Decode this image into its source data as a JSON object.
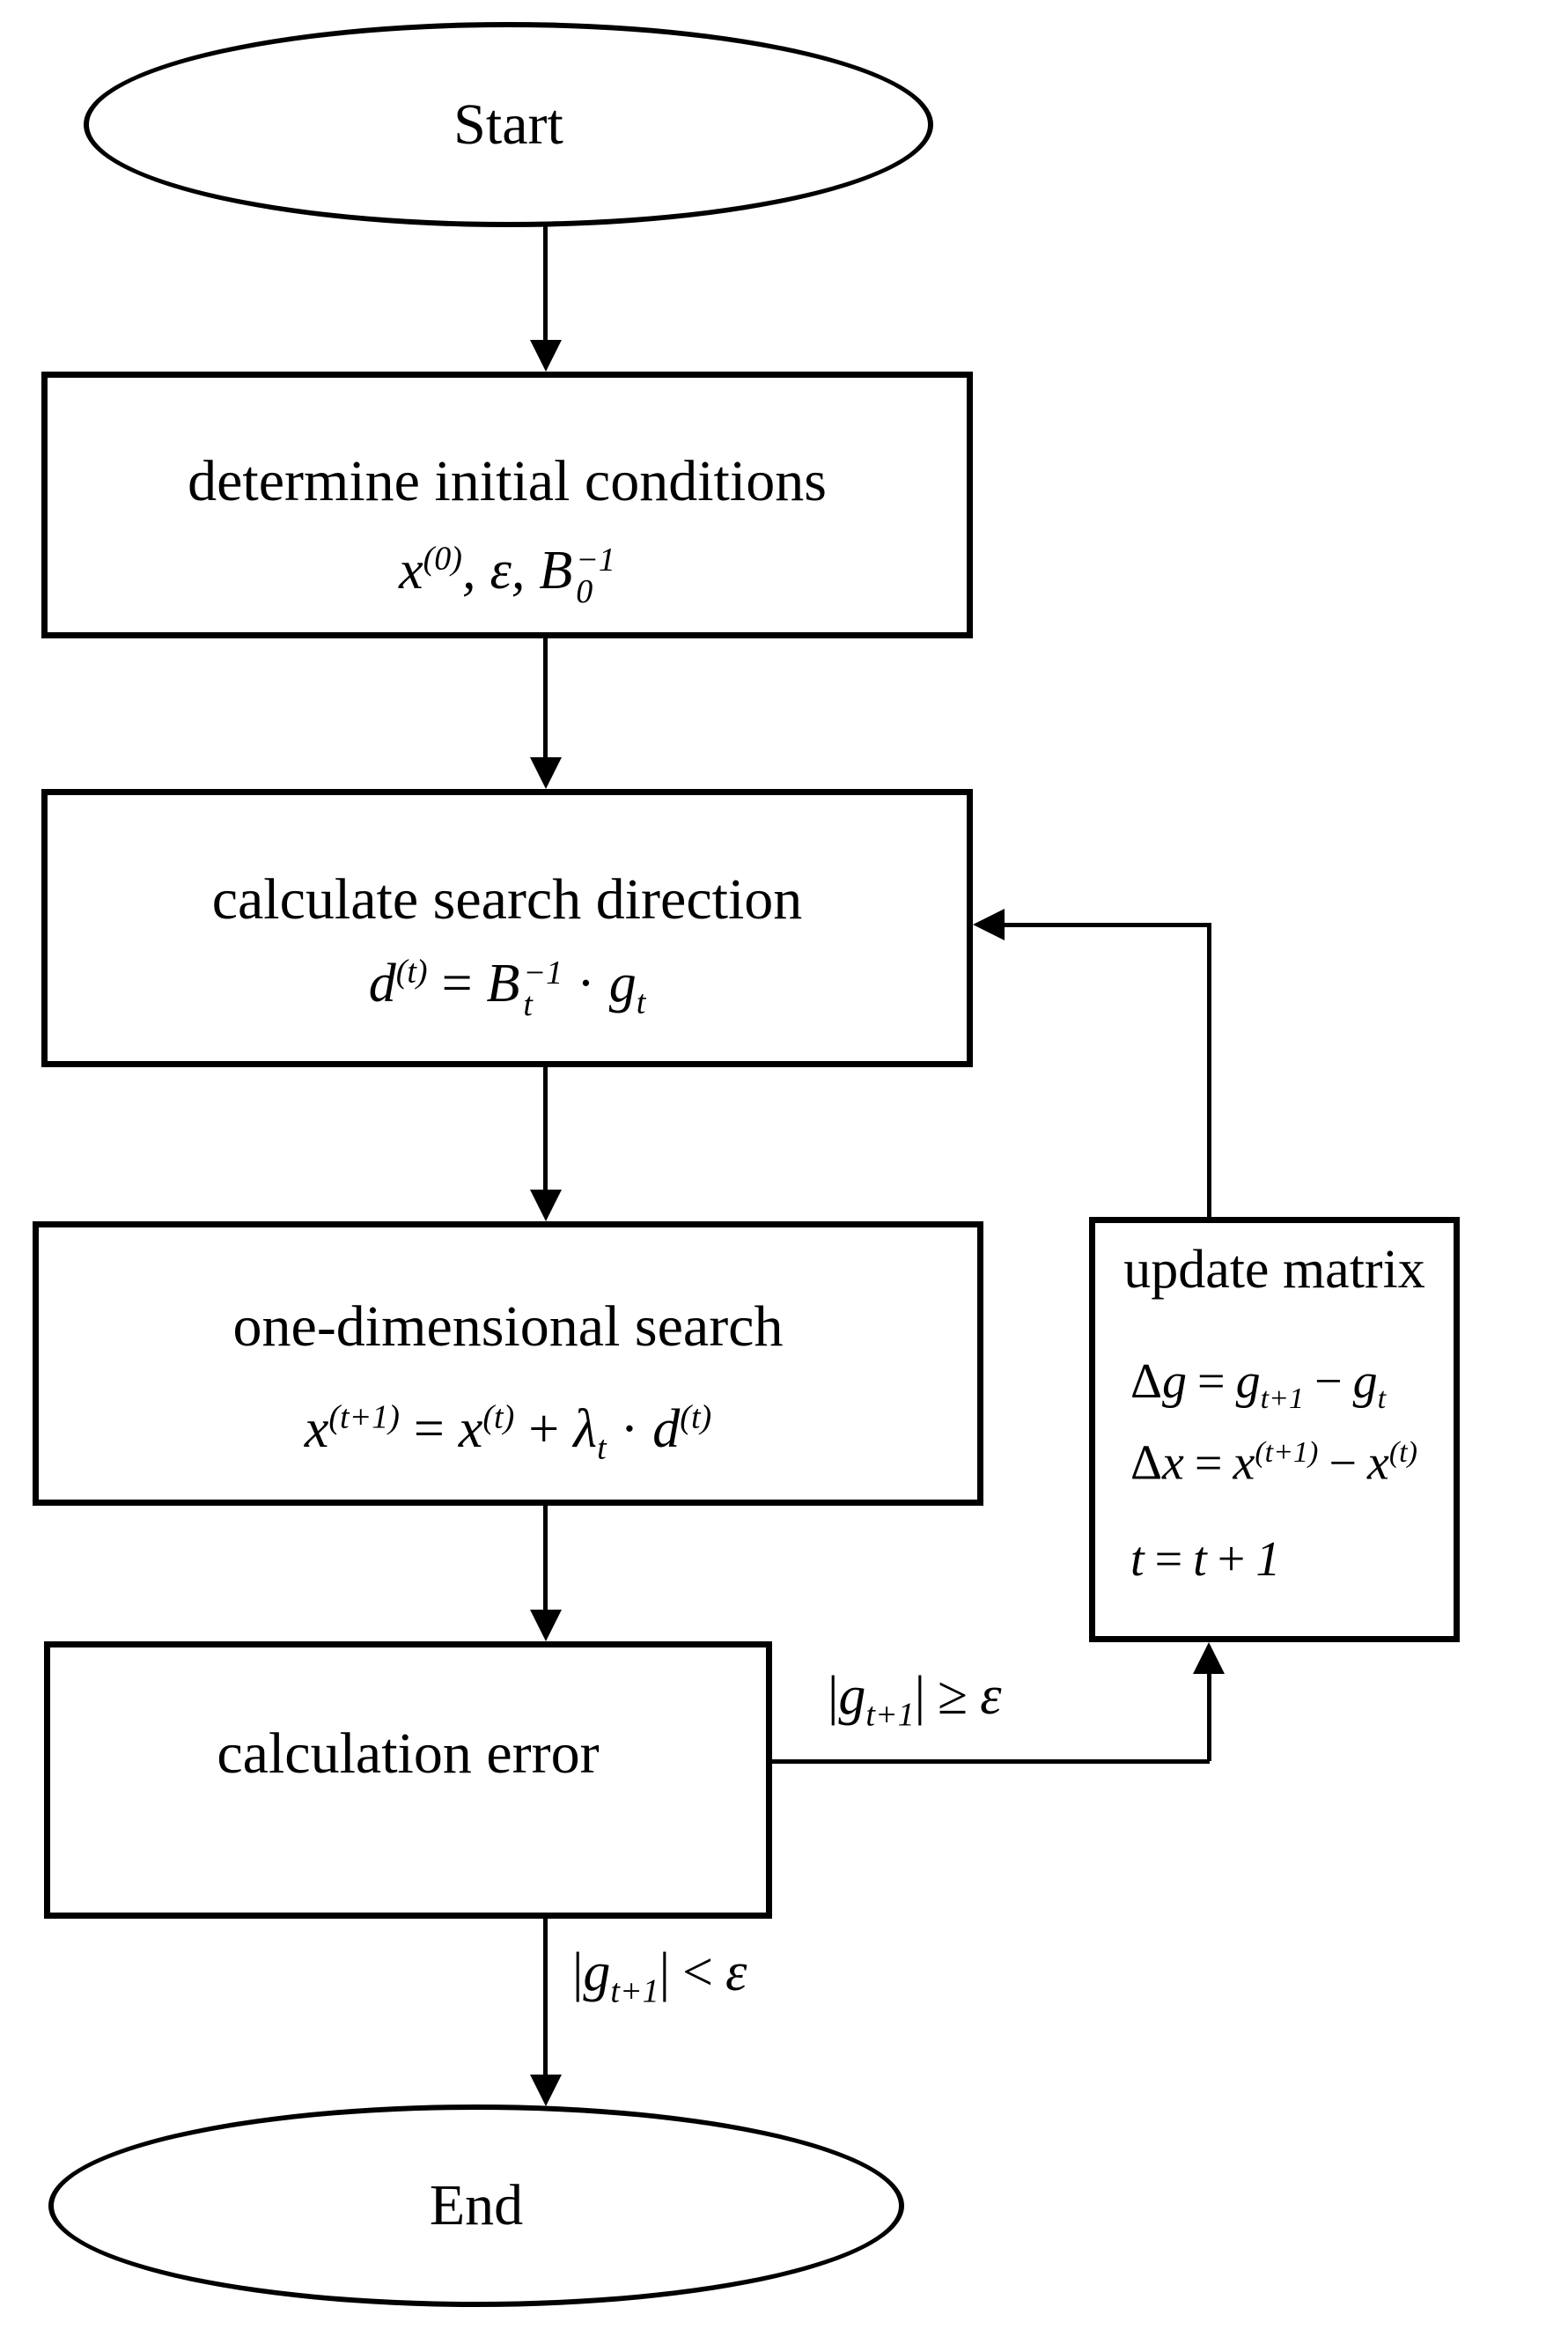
{
  "colors": {
    "ink": "#000000",
    "paper": "#ffffff"
  },
  "nodes": {
    "start": {
      "label": "Start"
    },
    "init": {
      "title": "determine initial conditions",
      "formula": {
        "x": "x",
        "x_sup": "(0)",
        "comma1": ",",
        "epsilon": "ε",
        "comma2": ",",
        "B": "B",
        "B_sup": "−1",
        "B_sub": "0"
      }
    },
    "direction": {
      "title": "calculate search direction",
      "formula": {
        "d": "d",
        "d_sup": "(t)",
        "eq": "=",
        "B": "B",
        "B_sup": "−1",
        "B_sub": "t",
        "dot": "·",
        "g": "g",
        "g_sub": "t"
      }
    },
    "linesearch": {
      "title": "one-dimensional search",
      "formula": {
        "x1": "x",
        "x1_sup": "(t+1)",
        "eq": "=",
        "x2": "x",
        "x2_sup": "(t)",
        "plus": "+",
        "lambda": "λ",
        "lambda_sub": "t",
        "dot": "·",
        "d": "d",
        "d_sup": "(t)"
      }
    },
    "error": {
      "title": "calculation error"
    },
    "update": {
      "title": "update matrix",
      "line1": {
        "delta": "Δ",
        "v": "g",
        "eq": "=",
        "a": "g",
        "a_sub": "t+1",
        "minus": "−",
        "b": "g",
        "b_sub": "t"
      },
      "line2": {
        "delta": "Δ",
        "v": "x",
        "eq": "=",
        "a": "x",
        "a_sup": "(t+1)",
        "minus": "−",
        "b": "x",
        "b_sup": "(t)"
      },
      "line3": {
        "t1": "t",
        "eq": "=",
        "t2": "t",
        "plus": "+",
        "one": "1"
      }
    },
    "end": {
      "label": "End"
    }
  },
  "edges": {
    "loop_label": {
      "bar1": "|",
      "g": "g",
      "g_sub": "t+1",
      "bar2": "|",
      "op": "≥",
      "epsilon": "ε"
    },
    "exit_label": {
      "bar1": "|",
      "g": "g",
      "g_sub": "t+1",
      "bar2": "|",
      "op": "<",
      "epsilon": "ε"
    }
  }
}
